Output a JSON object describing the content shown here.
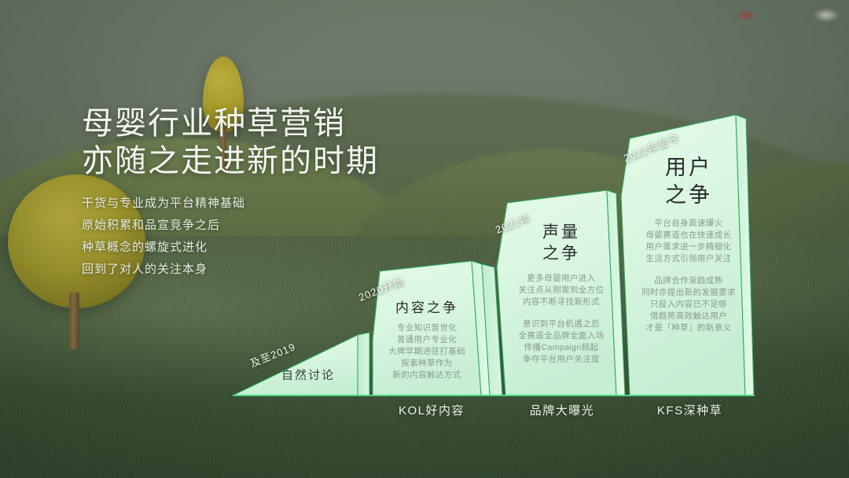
{
  "headline": {
    "title_line_1": "母婴行业种草营销",
    "title_line_2": "亦随之走进新的时期",
    "subtitle_lines": [
      "干货与专业成为平台精神基础",
      "原始积累和品宣竞争之后",
      "种草概念的螺旋式进化",
      "回到了对人的关注本身"
    ]
  },
  "palette": {
    "panel_light": "#ddf7e4",
    "panel_mid": "#cdf2d8",
    "panel_edge": "#1f9b4a",
    "heading_text": "#2a2a2a",
    "body_text": "#8a9a8d",
    "label_text": "#f1f4ec",
    "grass_dark": "#344a30",
    "tree_yellow": "#a0972c"
  },
  "steps": [
    {
      "id": "step-1",
      "year": "及至2019",
      "heading": "",
      "inline_label": "自然讨论",
      "body_group_1": [],
      "body_group_2": [],
      "base_label": ""
    },
    {
      "id": "step-2",
      "year": "2020开始",
      "heading": "内容之争",
      "inline_label": "",
      "body_group_1": [
        "专业知识普世化",
        "普通用户专业化",
        "大牌早期进驻打基础",
        "探索种草作为",
        "新的内容触达方式"
      ],
      "body_group_2": [],
      "base_label": "KOL好内容"
    },
    {
      "id": "step-3",
      "year": "2021年",
      "heading_line_1": "声量",
      "heading_line_2": "之争",
      "inline_label": "",
      "body_group_1": [
        "更多母婴用户进入",
        "关注点从刚需到全方位",
        "内容不断寻找新形式"
      ],
      "body_group_2": [
        "意识到平台机遇之后",
        "全赛道全品牌全面入场",
        "传播Campaign频起",
        "争夺平台用户关注度"
      ],
      "base_label": "品牌大曝光"
    },
    {
      "id": "step-4",
      "year": "2022年至今",
      "heading_line_1": "用户",
      "heading_line_2": "之争",
      "inline_label": "",
      "body_group_1": [
        "平台自身高速爆火",
        "母婴赛道也在快速成长",
        "用户需求进一步精细化",
        "生活方式引领用户关注"
      ],
      "body_group_2": [
        "品牌合作渐趋成熟",
        "同时亦提出新的发展要求",
        "只投入内容已不足够",
        "借趋势高效触达用户",
        "才是「种草」的新意义"
      ],
      "base_label": "KFS深种草"
    }
  ]
}
